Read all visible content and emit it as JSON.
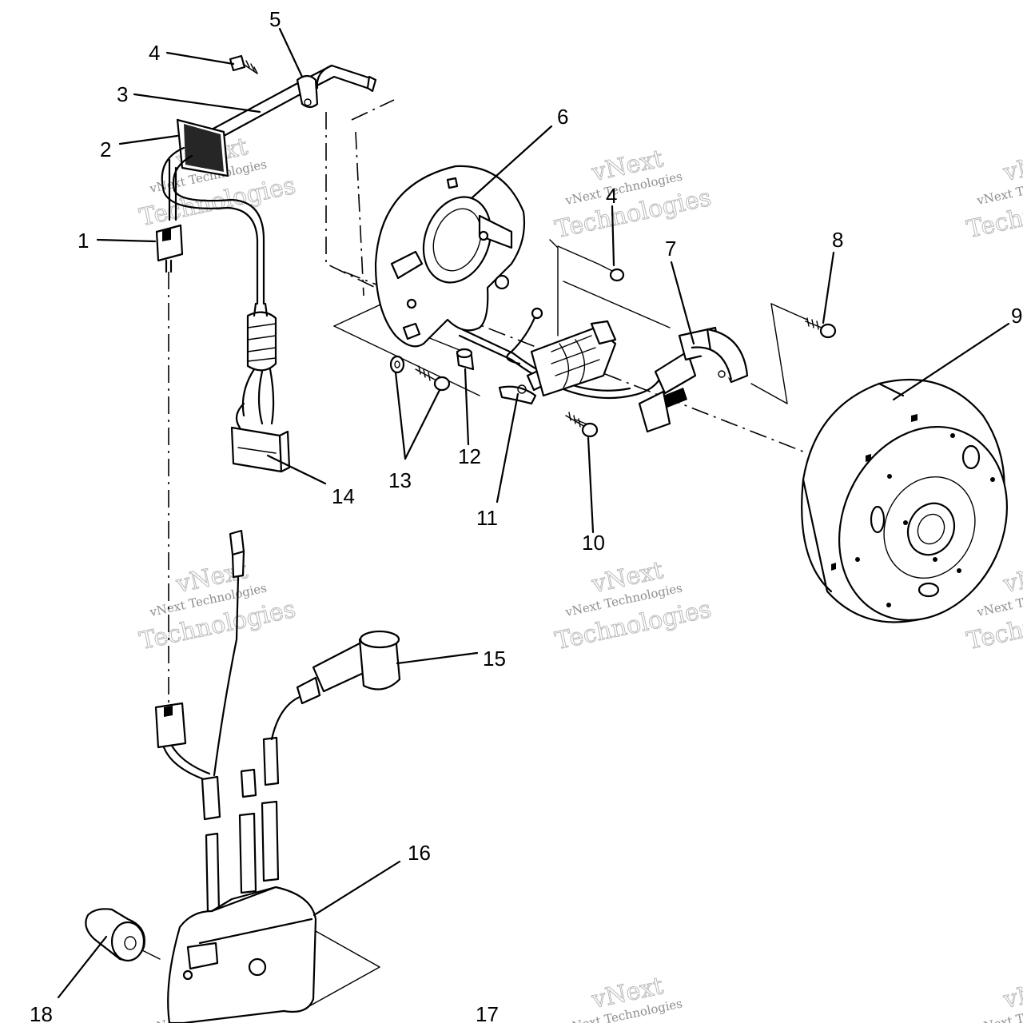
{
  "watermark": {
    "brand": "vNext",
    "line1": "vNext Technologies",
    "line2": "Technologies"
  },
  "callouts": [
    {
      "id": "1",
      "label": "1"
    },
    {
      "id": "2",
      "label": "2"
    },
    {
      "id": "3",
      "label": "3"
    },
    {
      "id": "4a",
      "label": "4"
    },
    {
      "id": "4b",
      "label": "4"
    },
    {
      "id": "5",
      "label": "5"
    },
    {
      "id": "6",
      "label": "6"
    },
    {
      "id": "7",
      "label": "7"
    },
    {
      "id": "8",
      "label": "8"
    },
    {
      "id": "9",
      "label": "9"
    },
    {
      "id": "10",
      "label": "10"
    },
    {
      "id": "11",
      "label": "11"
    },
    {
      "id": "12",
      "label": "12"
    },
    {
      "id": "13",
      "label": "13"
    },
    {
      "id": "14",
      "label": "14"
    },
    {
      "id": "15",
      "label": "15"
    },
    {
      "id": "16",
      "label": "16"
    },
    {
      "id": "17",
      "label": "17"
    },
    {
      "id": "18",
      "label": "18"
    }
  ]
}
